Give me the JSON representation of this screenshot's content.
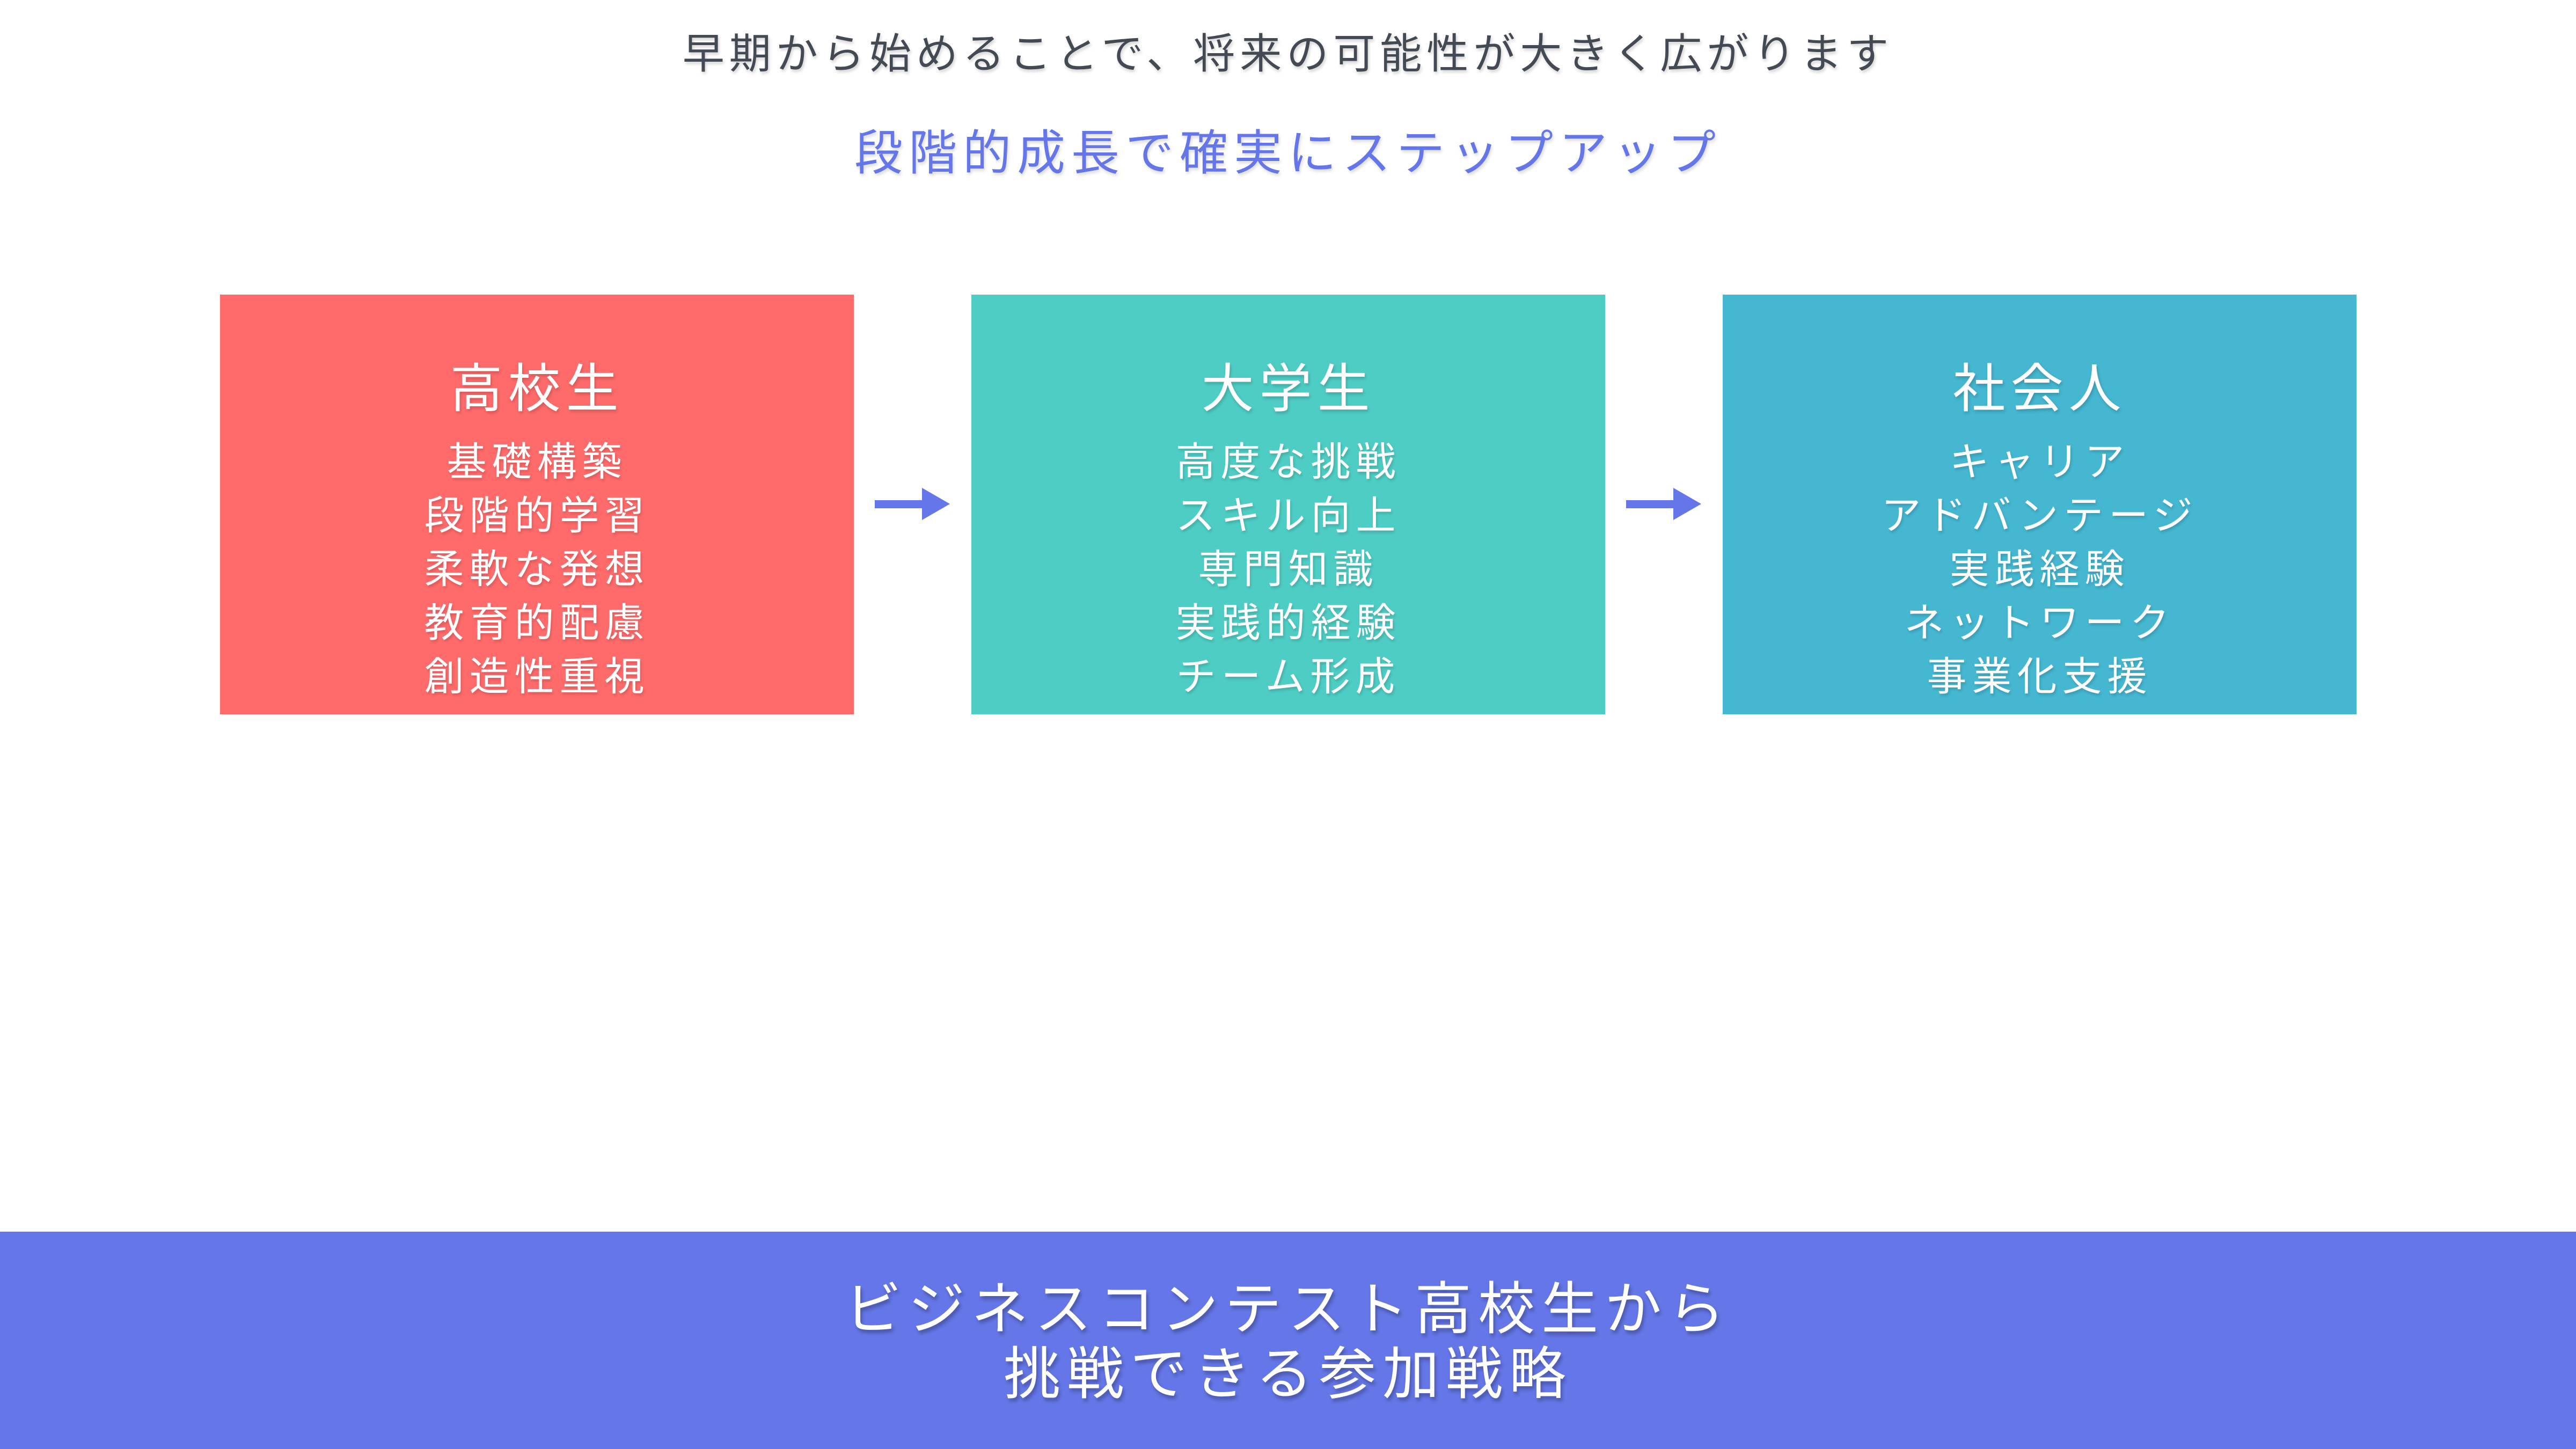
{
  "header": {
    "note": "早期から始めることで、将来の可能性が大きく広がります",
    "section_title": "段階的成長で確実にステップアップ"
  },
  "stages": [
    {
      "title": "高校生",
      "color": "#ff6b6b",
      "items": [
        "基礎構築",
        "段階的学習",
        "柔軟な発想",
        "教育的配慮",
        "創造性重視"
      ]
    },
    {
      "title": "大学生",
      "color": "#4ecdc4",
      "items": [
        "高度な挑戦",
        "スキル向上",
        "専門知識",
        "実践的経験",
        "チーム形成"
      ]
    },
    {
      "title": "社会人",
      "color": "#45b7d1",
      "items": [
        "キャリア",
        "アドバンテージ",
        "実践経験",
        "ネットワーク",
        "事業化支援"
      ]
    }
  ],
  "banner": {
    "lines": [
      "ビジネスコンテスト高校生から",
      "挑戦できる参加戦略"
    ]
  },
  "colors": {
    "stage_highschool": "#ff6b6b",
    "stage_university": "#4ecdc4",
    "stage_professional": "#45b7d1",
    "accent_periwinkle": "#6577e8",
    "heading_gray": "#434a54",
    "text_on_stage": "#ffffff",
    "background": "#ffffff"
  }
}
